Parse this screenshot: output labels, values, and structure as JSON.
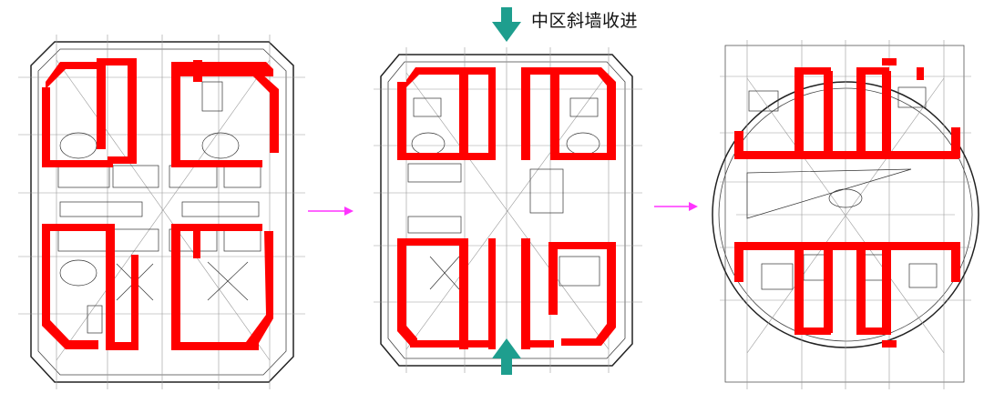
{
  "caption": "中区斜墙收进",
  "colors": {
    "wall": "#ff0000",
    "line": "#222222",
    "grid": "#8a8a8a",
    "teal_arrow": "#1e9e8e",
    "magenta_arrow": "#ff33ff",
    "background": "#ffffff"
  },
  "icons": {
    "down_arrow": "teal-down-arrow-icon",
    "up_arrow": "teal-up-arrow-icon",
    "flow_arrow": "magenta-right-arrow-icon"
  },
  "panels": [
    {
      "id": "plan-1",
      "outline": "chamfered-rectangle"
    },
    {
      "id": "plan-2",
      "outline": "chamfered-square"
    },
    {
      "id": "plan-3",
      "outline": "circle-in-square"
    }
  ]
}
